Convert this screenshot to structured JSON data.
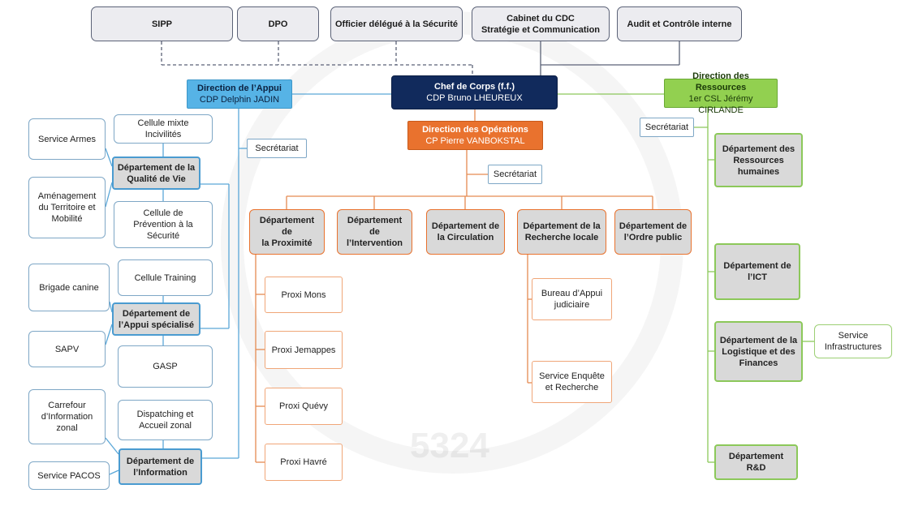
{
  "watermark": "5324",
  "top_units": [
    {
      "key": "sipp",
      "lines": [
        "SIPP"
      ]
    },
    {
      "key": "dpo",
      "lines": [
        "DPO"
      ]
    },
    {
      "key": "officier-securite",
      "lines": [
        "Officier délégué à la Sécurité"
      ]
    },
    {
      "key": "cabinet-cdc",
      "lines": [
        "Cabinet du CDC",
        "Stratégie et Communication"
      ]
    },
    {
      "key": "audit",
      "lines": [
        "Audit et Contrôle interne"
      ]
    }
  ],
  "chef": {
    "lines": [
      "Chef de Corps (f.f.)",
      "CDP Bruno LHEUREUX"
    ]
  },
  "direction_appui": {
    "lines": [
      "Direction de l’Appui",
      "CDP Delphin JADIN"
    ]
  },
  "direction_operations": {
    "lines": [
      "Direction des Opérations",
      "CP Pierre VANBOKSTAL"
    ]
  },
  "direction_ressources": {
    "lines": [
      "Direction des Ressources",
      "1er CSL Jérémy CIRLANDE"
    ]
  },
  "secretariat_label": "Secrétariat",
  "appui": {
    "departments": [
      {
        "key": "qualite-vie",
        "lines": [
          "Département de la",
          "Qualité de Vie"
        ]
      },
      {
        "key": "appui-specialise",
        "lines": [
          "Département de",
          "l’Appui spécialisé"
        ]
      },
      {
        "key": "information",
        "lines": [
          "Département de",
          "l’Information"
        ]
      }
    ],
    "units": [
      {
        "key": "cellule-incivilites",
        "lines": [
          "Cellule mixte",
          "Incivilités"
        ]
      },
      {
        "key": "service-armes",
        "lines": [
          "Service Armes"
        ]
      },
      {
        "key": "amenagement",
        "lines": [
          "Aménagement",
          "du Territoire et",
          "Mobilité"
        ]
      },
      {
        "key": "cellule-prevention",
        "lines": [
          "Cellule de",
          "Prévention à la",
          "Sécurité"
        ]
      },
      {
        "key": "cellule-training",
        "lines": [
          "Cellule Training"
        ]
      },
      {
        "key": "brigade-canine",
        "lines": [
          "Brigade canine"
        ]
      },
      {
        "key": "sapv",
        "lines": [
          "SAPV"
        ]
      },
      {
        "key": "gasp",
        "lines": [
          "GASP"
        ]
      },
      {
        "key": "carrefour",
        "lines": [
          "Carrefour",
          "d’Information",
          "zonal"
        ]
      },
      {
        "key": "dispatching",
        "lines": [
          "Dispatching et",
          "Accueil zonal"
        ]
      },
      {
        "key": "pacos",
        "lines": [
          "Service PACOS"
        ]
      }
    ]
  },
  "operations": {
    "departments": [
      {
        "key": "proximite",
        "lines": [
          "Département de",
          "la Proximité"
        ]
      },
      {
        "key": "intervention",
        "lines": [
          "Département",
          "de",
          "l’Intervention"
        ]
      },
      {
        "key": "circulation",
        "lines": [
          "Département de",
          "la Circulation"
        ]
      },
      {
        "key": "recherche",
        "lines": [
          "Département de la",
          "Recherche locale"
        ]
      },
      {
        "key": "ordre-public",
        "lines": [
          "Département de",
          "l’Ordre public"
        ]
      }
    ],
    "proxi": [
      {
        "key": "proxi-mons",
        "lines": [
          "Proxi Mons"
        ]
      },
      {
        "key": "proxi-jemappes",
        "lines": [
          "Proxi Jemappes"
        ]
      },
      {
        "key": "proxi-quevy",
        "lines": [
          "Proxi Quévy"
        ]
      },
      {
        "key": "proxi-havre",
        "lines": [
          "Proxi Havré"
        ]
      }
    ],
    "recherche_units": [
      {
        "key": "bureau-appui",
        "lines": [
          "Bureau d’Appui",
          "judiciaire"
        ]
      },
      {
        "key": "service-enquete",
        "lines": [
          "Service Enquête",
          "et Recherche"
        ]
      }
    ]
  },
  "ressources": {
    "departments": [
      {
        "key": "ressources-humaines",
        "lines": [
          "Département des",
          "Ressources",
          "humaines"
        ]
      },
      {
        "key": "ict",
        "lines": [
          "Département de",
          "l’ICT"
        ]
      },
      {
        "key": "logistique",
        "lines": [
          "Département de la",
          "Logistique et des",
          "Finances"
        ]
      },
      {
        "key": "rd",
        "lines": [
          "Département",
          "R&D"
        ]
      }
    ],
    "units": [
      {
        "key": "infrastructures",
        "lines": [
          "Service",
          "Infrastructures"
        ]
      }
    ]
  }
}
